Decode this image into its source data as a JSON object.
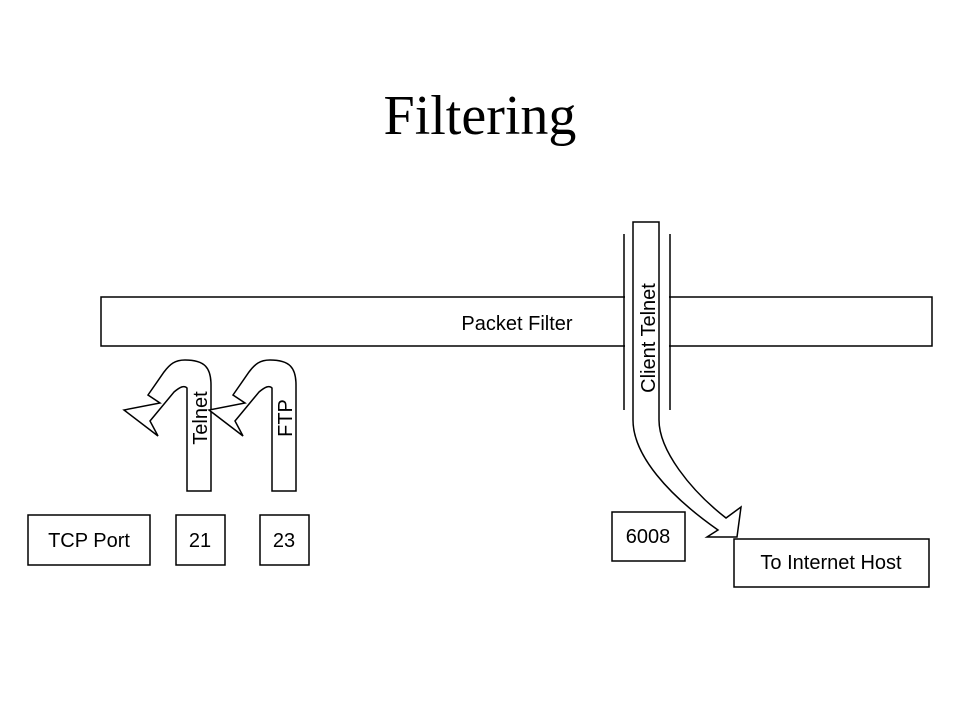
{
  "title": "Filtering",
  "packet_filter_label": "Packet Filter",
  "arrows": {
    "telnet_label": "Telnet",
    "ftp_label": "FTP",
    "client_telnet_label": "Client Telnet"
  },
  "ports": {
    "tcp_port_label": "TCP Port",
    "port_21": "21",
    "port_23": "23",
    "port_6008": "6008"
  },
  "internet_host_label": "To Internet Host"
}
